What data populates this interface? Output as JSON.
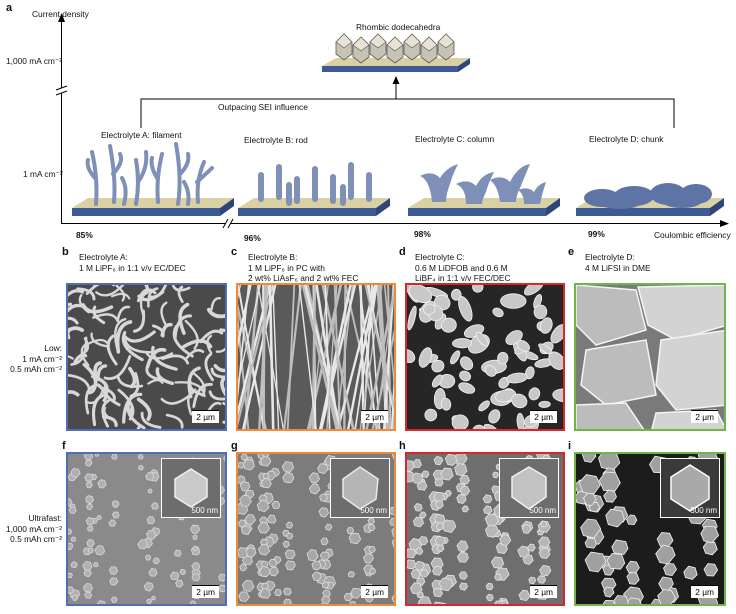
{
  "panel_a": {
    "label": "a",
    "y_axis_title": "Current density",
    "y_tick_high": "1,000 mA cm⁻²",
    "y_tick_low": "1 mA cm⁻²",
    "x_axis_title": "Coulombic efficiency",
    "top_structure_label": "Rhombic dodecahedra",
    "arrow_label": "Outpacing SEI influence",
    "electrolytes": [
      {
        "label": "Electrolyte A: filament",
        "ce": "85%"
      },
      {
        "label": "Electrolyte B: rod",
        "ce": "96%"
      },
      {
        "label": "Electrolyte C: column",
        "ce": "98%"
      },
      {
        "label": "Electrolyte D: chunk",
        "ce": "99%"
      }
    ],
    "colors": {
      "base": "#3e5a94",
      "substrate": "#d9d1a3",
      "crystal": "#b9b6a8"
    }
  },
  "row_labels": {
    "low": [
      "Low:",
      "1 mA cm⁻²",
      "0.5 mAh cm⁻²"
    ],
    "ultrafast": [
      "Ultrafast:",
      "1,000 mA cm⁻²",
      "0.5 mAh cm⁻²"
    ]
  },
  "panels_low": [
    {
      "label": "b",
      "desc": [
        "Electrolyte A:",
        "1 M LiPF₆ in 1:1 v/v EC/DEC"
      ],
      "scale": "2 µm",
      "border": "#4e6fb5"
    },
    {
      "label": "c",
      "desc": [
        "Electrolyte B:",
        "1 M LiPF₆ in PC with",
        "2 wt% LiAsF₆ and 2 wt% FEC"
      ],
      "scale": "2 µm",
      "border": "#ef8a3a"
    },
    {
      "label": "d",
      "desc": [
        "Electrolyte C:",
        "0.6 M LiDFOB and 0.6 M",
        "LiBF₄ in 1:1 v/v FEC/DEC"
      ],
      "scale": "2 µm",
      "border": "#d8262e"
    },
    {
      "label": "e",
      "desc": [
        "Electrolyte D:",
        "4 M LiFSI in DME"
      ],
      "scale": "2 µm",
      "border": "#72b34a"
    }
  ],
  "panels_fast": [
    {
      "label": "f",
      "scale": "2 µm",
      "inset_scale": "500 nm",
      "border": "#4e6fb5"
    },
    {
      "label": "g",
      "scale": "2 µm",
      "inset_scale": "500 nm",
      "border": "#ef8a3a"
    },
    {
      "label": "h",
      "scale": "2 µm",
      "inset_scale": "500 nm",
      "border": "#d8262e"
    },
    {
      "label": "i",
      "scale": "2 µm",
      "inset_scale": "500 nm",
      "border": "#72b34a"
    }
  ]
}
